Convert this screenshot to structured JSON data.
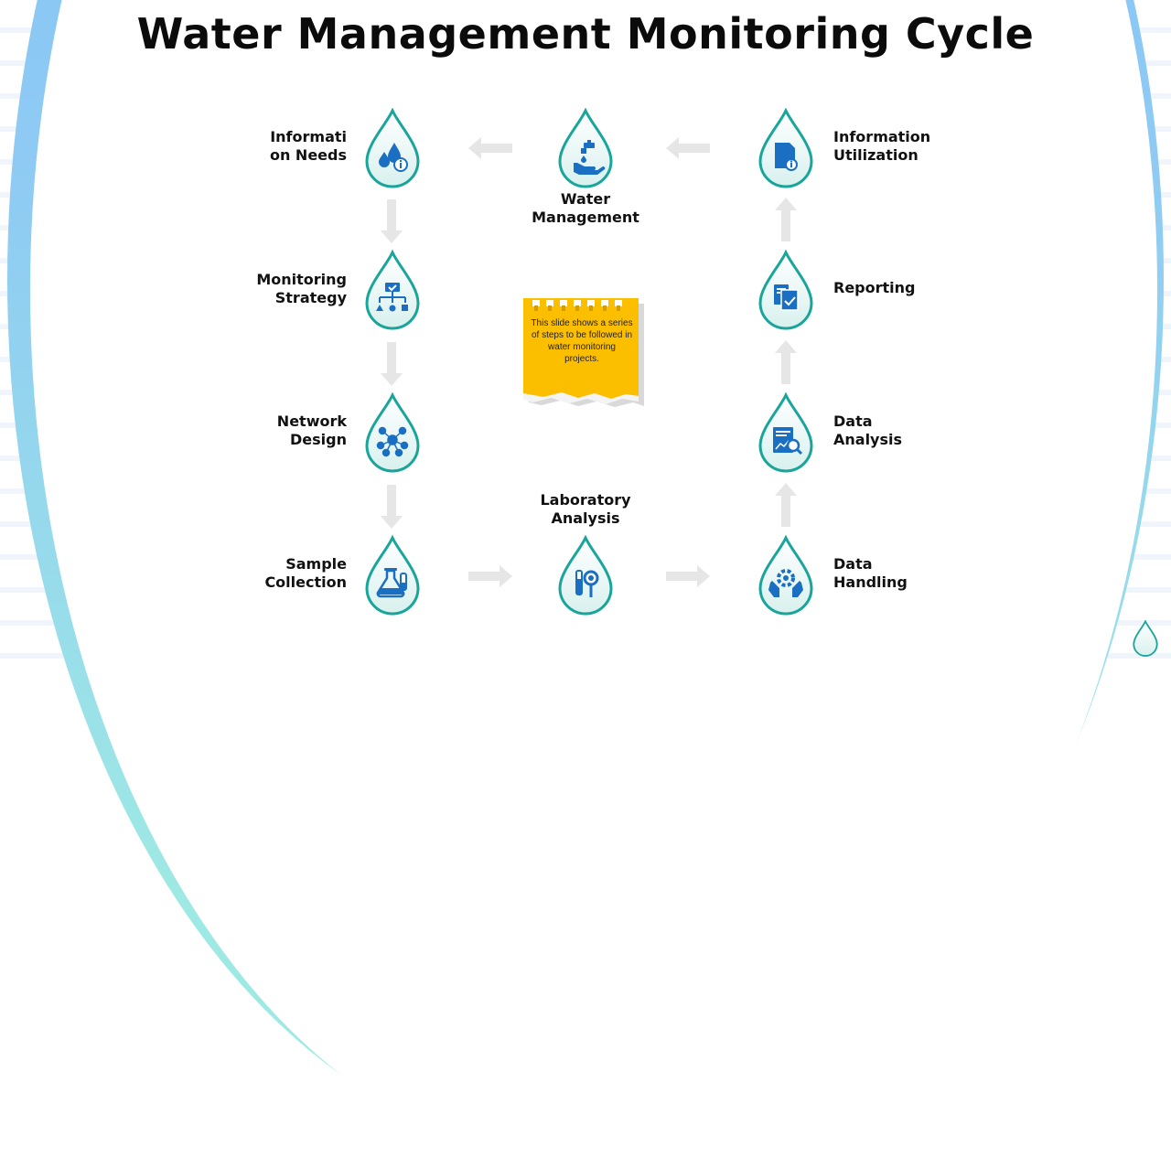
{
  "title": "Water Management Monitoring Cycle",
  "note": "This slide shows a series of steps to be followed in water monitoring projects.",
  "colors": {
    "drop_outline": "#1aa59b",
    "icon": "#1a6fc2",
    "arrow": "#e6e6e6",
    "note": "#fbbf00",
    "ring": "#7dbdfa"
  },
  "steps": [
    {
      "id": "information-needs",
      "label": "Informati\non Needs",
      "icon": "water-drops-info-icon"
    },
    {
      "id": "water-management",
      "label": "Water\nManagement",
      "icon": "faucet-hand-icon"
    },
    {
      "id": "information-utilization",
      "label": "Information\nUtilization",
      "icon": "document-info-icon"
    },
    {
      "id": "monitoring-strategy",
      "label": "Monitoring\nStrategy",
      "icon": "hierarchy-icon"
    },
    {
      "id": "reporting",
      "label": "Reporting",
      "icon": "report-check-icon"
    },
    {
      "id": "network-design",
      "label": "Network\nDesign",
      "icon": "network-icon"
    },
    {
      "id": "data-analysis",
      "label": "Data\nAnalysis",
      "icon": "data-analysis-icon"
    },
    {
      "id": "sample-collection",
      "label": "Sample\nCollection",
      "icon": "flask-icon"
    },
    {
      "id": "laboratory-analysis",
      "label": "Laboratory\nAnalysis",
      "icon": "test-tube-icon"
    },
    {
      "id": "data-handling",
      "label": "Data\nHandling",
      "icon": "hands-gear-icon"
    }
  ]
}
